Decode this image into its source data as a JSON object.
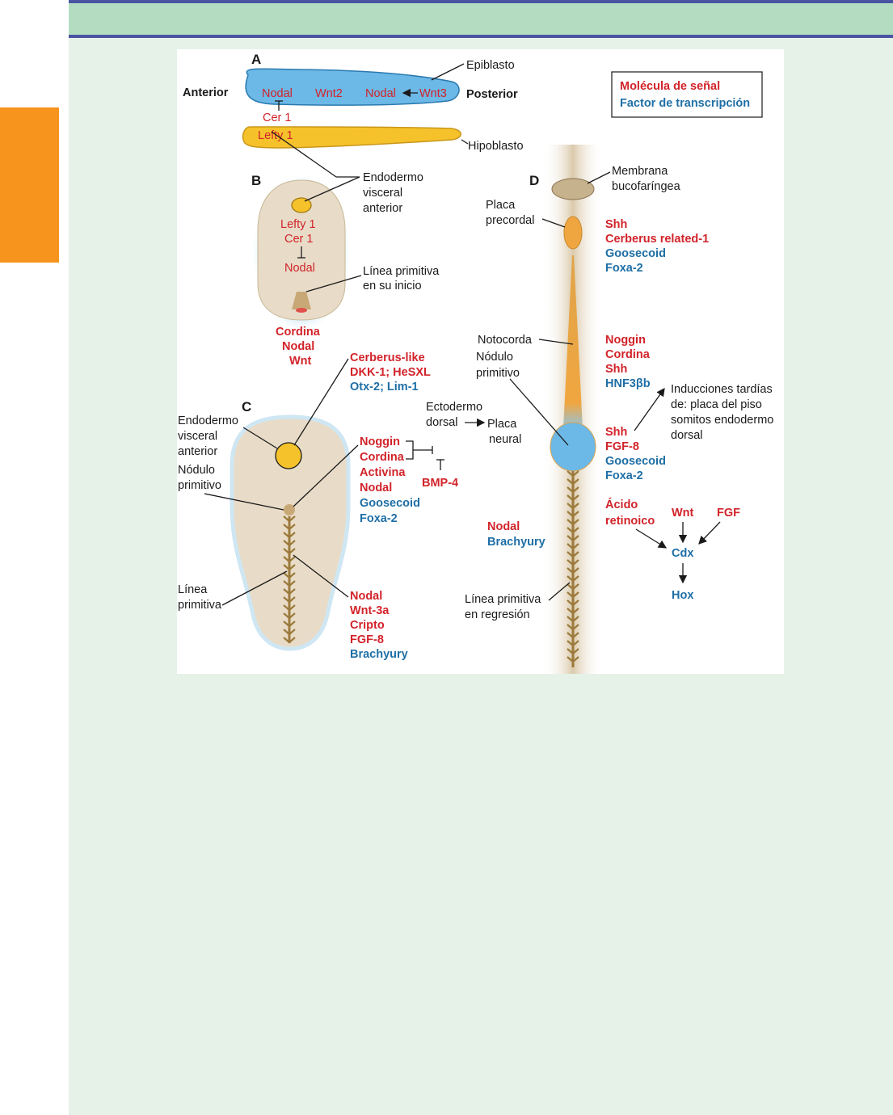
{
  "colors": {
    "header_band": "#b3dcc1",
    "rules": "#4a55a2",
    "content_background": "#e6f2e8",
    "side_tab": "#f7941d",
    "signal_molecule": "#d2232a",
    "transcription_factor": "#1f6fa6",
    "epiblast": "#6cb8e6",
    "hypoblast": "#f6c22b",
    "embryo": "#e8dcc8"
  },
  "legend": {
    "signal": "Molécula de señal",
    "transcription": "Factor de transcripción"
  },
  "panelA": {
    "letter": "A",
    "anterior": "Anterior",
    "posterior": "Posterior",
    "epiblast_label": "Epiblasto",
    "hypoblast_label": "Hipoblasto",
    "epiblast_genes": [
      "Nodal",
      "Wnt2",
      "Nodal",
      "Wnt3"
    ],
    "cer1": "Cer 1",
    "lefty1": "Lefty 1"
  },
  "panelB": {
    "letter": "B",
    "ave_label": [
      "Endodermo",
      "visceral",
      "anterior"
    ],
    "genes": [
      "Lefty 1",
      "Cer 1",
      "Nodal"
    ],
    "streak_label": [
      "Línea primitiva",
      "en su inicio"
    ],
    "bottom_genes": [
      "Cordina",
      "Nodal",
      "Wnt"
    ]
  },
  "panelC": {
    "letter": "C",
    "top_red": [
      "Cerberus-like",
      "DKK-1; HeSXL"
    ],
    "top_blue": "Otx-2; Lim-1",
    "ave_label": [
      "Endodermo",
      "visceral",
      "anterior"
    ],
    "node_label": [
      "Nódulo",
      "primitivo"
    ],
    "streak_label": [
      "Línea",
      "primitiva"
    ],
    "node_red": [
      "Noggin",
      "Cordina",
      "Activina",
      "Nodal"
    ],
    "node_blue": [
      "Goosecoid",
      "Foxa-2"
    ],
    "bmp": "BMP-4",
    "ectoderm": [
      "Ectodermo",
      "dorsal"
    ],
    "neural_plate": [
      "Placa",
      "neural"
    ],
    "streak_red": [
      "Nodal",
      "Wnt-3a",
      "Cripto",
      "FGF-8"
    ],
    "streak_blue": "Brachyury"
  },
  "panelD": {
    "letter": "D",
    "membrane": [
      "Membrana",
      "bucofaríngea"
    ],
    "prechordal": [
      "Placa",
      "precordal"
    ],
    "prechordal_red": [
      "Shh",
      "Cerberus related-1"
    ],
    "prechordal_blue": [
      "Goosecoid",
      "Foxa-2"
    ],
    "notochord": "Notocorda",
    "node": [
      "Nódulo",
      "primitivo"
    ],
    "notochord_red": [
      "Noggin",
      "Cordina",
      "Shh"
    ],
    "notochord_blue": "HNF3βb",
    "late": [
      "Inducciones tardías",
      "de: placa del piso",
      "somitos endodermo",
      "dorsal"
    ],
    "node_red": [
      "Shh",
      "FGF-8"
    ],
    "node_blue": [
      "Goosecoid",
      "Foxa-2"
    ],
    "left_red": "Nodal",
    "left_blue": "Brachyury",
    "ra": [
      "Ácido",
      "retinoico"
    ],
    "wnt": "Wnt",
    "fgf": "FGF",
    "cdx": "Cdx",
    "hox": "Hox",
    "streak_label": [
      "Línea primitiva",
      "en regresión"
    ]
  }
}
